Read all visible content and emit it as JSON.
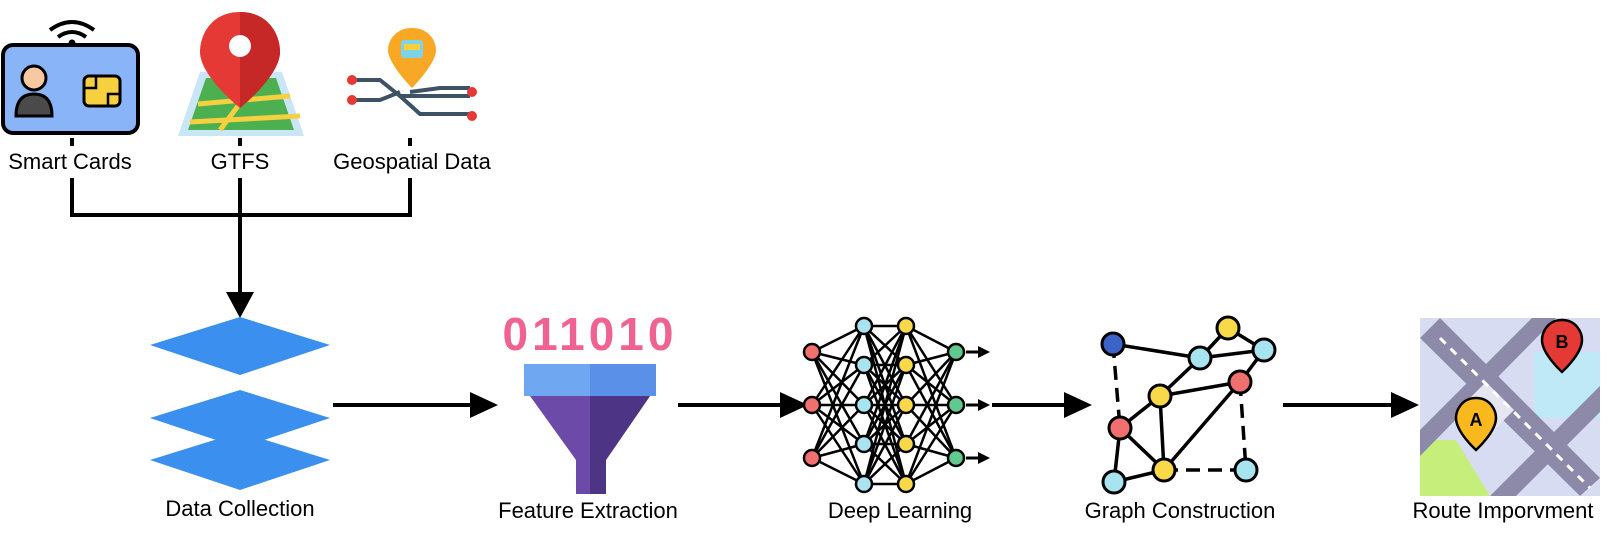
{
  "sources": [
    {
      "id": "smart-cards",
      "label": "Smart Cards",
      "icon": "smart-card-icon"
    },
    {
      "id": "gtfs",
      "label": "GTFS",
      "icon": "map-pin-icon"
    },
    {
      "id": "geospatial",
      "label": "Geospatial Data",
      "icon": "route-pin-icon"
    }
  ],
  "pipeline": [
    {
      "id": "data-collection",
      "label": "Data Collection",
      "icon": "layers-icon"
    },
    {
      "id": "feature-extraction",
      "label": "Feature Extraction",
      "icon": "funnel-icon",
      "binary": "011010"
    },
    {
      "id": "deep-learning",
      "label": "Deep Learning",
      "icon": "neural-network-icon"
    },
    {
      "id": "graph-construction",
      "label": "Graph Construction",
      "icon": "graph-icon"
    },
    {
      "id": "route-improvement",
      "label": "Route Imporvment",
      "icon": "route-map-icon",
      "markers": [
        "A",
        "B"
      ]
    }
  ],
  "colors": {
    "card": "#8ab4f8",
    "layers": "#3b8fee",
    "pin_red": "#e53935",
    "funnel_top": "#6fa8f0",
    "funnel_body": "#5c3d8f",
    "binary": "#f06292",
    "node_red": "#f07070",
    "node_blue": "#a8e4f0",
    "node_green": "#5fc98f",
    "node_yellow": "#f9d84a",
    "node_navy": "#3c64c8",
    "map_road": "#8c8aa8"
  }
}
